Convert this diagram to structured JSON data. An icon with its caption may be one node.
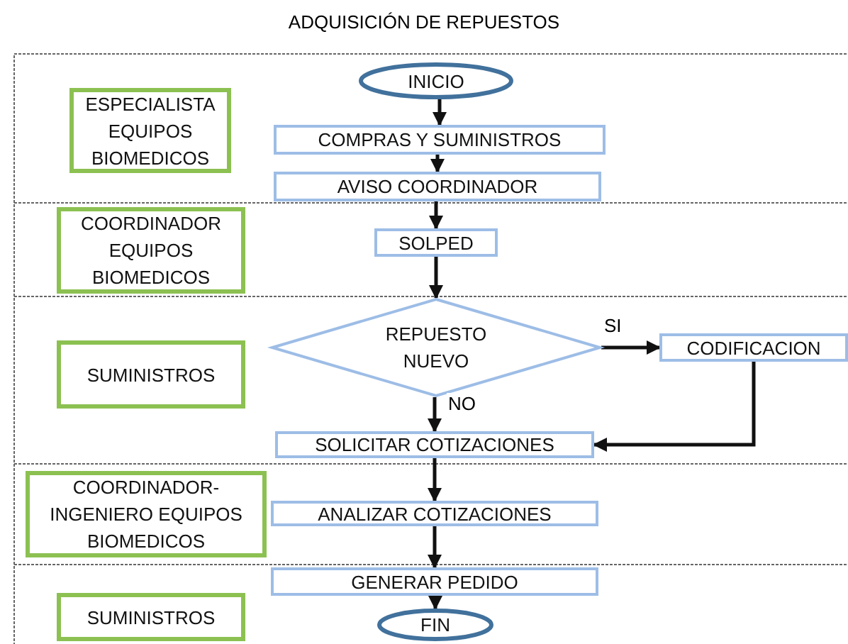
{
  "diagram": {
    "title": "ADQUISICIÓN DE REPUESTOS",
    "nodes": [
      {
        "text": [
          "ESPECIALISTA EQUIPOS BIOMEDICOS"
        ]
      },
      {
        "text": [
          "INICIO"
        ]
      },
      {
        "text": [
          "COMPRAS Y SUMINISTROS"
        ]
      },
      {
        "text": [
          "AVISO COORDINADOR"
        ]
      },
      {
        "text": [
          "COORDINADOR EQUIPOS BIOMEDICOS"
        ]
      },
      {
        "text": [
          "SOLPED"
        ]
      },
      {
        "text": [
          "SUMINISTROS"
        ]
      },
      {
        "text": [
          "REPUESTO NUEVO"
        ]
      },
      {
        "text": [
          "CODIFICACION"
        ]
      },
      {
        "text": [
          "SOLICITAR COTIZACIONES"
        ]
      },
      {
        "text": [
          "COORDINADOR- INGENIERO EQUIPOS BIOMEDICOS"
        ]
      },
      {
        "text": [
          "ANALIZAR COTIZACIONES"
        ]
      },
      {
        "text": [
          "GENERAR PEDIDO"
        ]
      },
      {
        "text": [
          "SUMINISTROS"
        ]
      },
      {
        "text": [
          "FIN"
        ]
      }
    ],
    "edges": [
      {
        "from": 1,
        "to": 2,
        "arrow": "to"
      },
      {
        "from": 2,
        "to": 3,
        "arrow": "to"
      },
      {
        "from": 3,
        "to": 5,
        "arrow": "to"
      },
      {
        "from": 5,
        "to": 7,
        "arrow": "to"
      },
      {
        "from": 7,
        "to": 8,
        "arrow": "to",
        "label": "SI"
      },
      {
        "from": 7,
        "to": 9,
        "arrow": "to",
        "label": "NO"
      },
      {
        "from": 8,
        "to": 9,
        "arrow": "to"
      },
      {
        "from": 9,
        "to": 11,
        "arrow": "to"
      },
      {
        "from": 11,
        "to": 12,
        "arrow": "to"
      },
      {
        "from": 12,
        "to": 14,
        "arrow": "to"
      }
    ]
  }
}
